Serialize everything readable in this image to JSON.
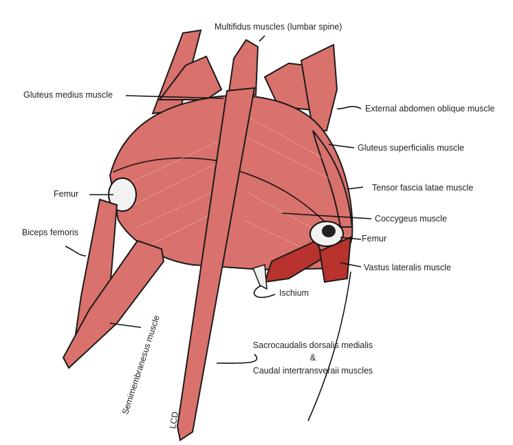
{
  "labels": {
    "multifidus": "Multifidus muscles (lumbar spine)",
    "gluteus_medius": "Gluteus medius muscle",
    "external_oblique": "External abdomen oblique muscle",
    "gluteus_superficialis": "Gluteus superficialis muscle",
    "femur_left": "Femur",
    "tensor_fascia": "Tensor fascia latae muscle",
    "coccygeus": "Coccygeus muscle",
    "biceps_femoris": "Biceps femoris",
    "femur_right": "Femur",
    "vastus_lateralis": "Vastus lateralis muscle",
    "ischium": "Ischium",
    "semimembranosus": "Semimembranesus muscle",
    "sacrocaudalis_line1": "Sacrocaudalis dorsalis medialis",
    "sacrocaudalis_amp": "&",
    "sacrocaudalis_line2": "Caudal intertransveraii muscles",
    "lcd": "LCD"
  },
  "colors": {
    "muscle": "#d9716c",
    "muscle_dark": "#b8322e",
    "bone": "#f2f2f2"
  }
}
